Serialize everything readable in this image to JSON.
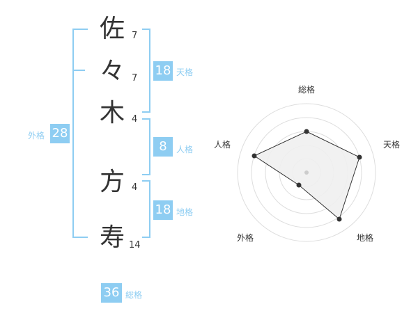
{
  "characters": [
    {
      "char": "佐",
      "strokes": "7"
    },
    {
      "char": "々",
      "strokes": "7"
    },
    {
      "char": "木",
      "strokes": "4"
    },
    {
      "char": "方",
      "strokes": "4"
    },
    {
      "char": "寿",
      "strokes": "14"
    }
  ],
  "scores": {
    "tenkaku": {
      "value": "18",
      "label": "天格"
    },
    "jinkaku": {
      "value": "8",
      "label": "人格"
    },
    "chikaku": {
      "value": "18",
      "label": "地格"
    },
    "gaikaku": {
      "value": "28",
      "label": "外格"
    },
    "soukaku": {
      "value": "36",
      "label": "総格"
    }
  },
  "radar": {
    "labels": {
      "top": "総格",
      "right": "天格",
      "bottom_right": "地格",
      "bottom_left": "外格",
      "left": "人格"
    },
    "colors": {
      "fill": "#f0f0f0",
      "line": "#333333",
      "ring": "#dddddd",
      "point": "#333333",
      "center": "#cccccc"
    }
  },
  "colors": {
    "accent": "#8ecdf2",
    "text": "#333333"
  }
}
